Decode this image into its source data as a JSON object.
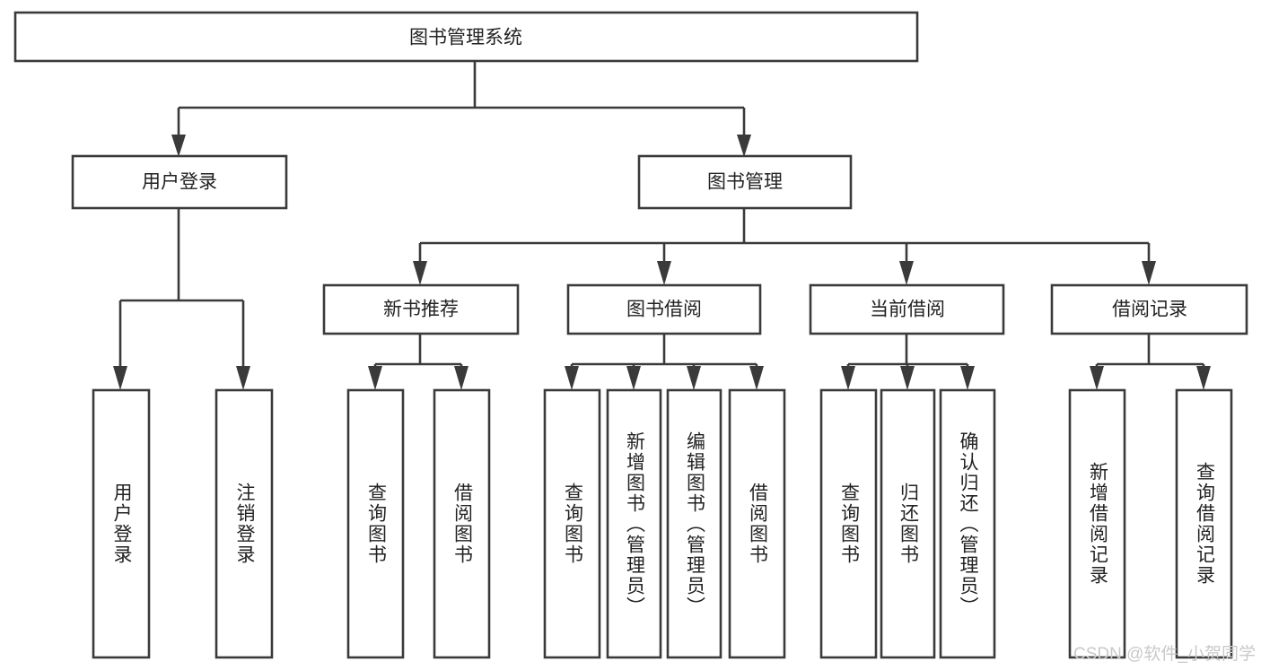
{
  "diagram": {
    "title": "图书管理系统",
    "type": "tree-hierarchy",
    "watermark": "CSDN @软件_小贺同学",
    "colors": {
      "background": "#ffffff",
      "box_fill": "#ffffff",
      "stroke": "#3a3a3a",
      "text": "#222222",
      "watermark": "#c9c9c9"
    },
    "root": {
      "label": "图书管理系统",
      "orientation": "horizontal"
    },
    "level2": [
      {
        "label": "用户登录",
        "orientation": "horizontal"
      },
      {
        "label": "图书管理",
        "orientation": "horizontal"
      }
    ],
    "level3": [
      {
        "label": "新书推荐",
        "orientation": "horizontal"
      },
      {
        "label": "图书借阅",
        "orientation": "horizontal"
      },
      {
        "label": "当前借阅",
        "orientation": "horizontal"
      },
      {
        "label": "借阅记录",
        "orientation": "horizontal"
      }
    ],
    "leaves": {
      "user_login": [
        {
          "label": "用户登录",
          "orientation": "vertical"
        },
        {
          "label": "注销登录",
          "orientation": "vertical"
        }
      ],
      "new_book_recommend": [
        {
          "label": "查询图书",
          "orientation": "vertical"
        },
        {
          "label": "借阅图书",
          "orientation": "vertical"
        }
      ],
      "book_borrow": [
        {
          "label": "查询图书",
          "orientation": "vertical"
        },
        {
          "label": "新增图书（管理员）",
          "orientation": "vertical"
        },
        {
          "label": "编辑图书（管理员）",
          "orientation": "vertical"
        },
        {
          "label": "借阅图书",
          "orientation": "vertical"
        }
      ],
      "current_borrow": [
        {
          "label": "查询图书",
          "orientation": "vertical"
        },
        {
          "label": "归还图书",
          "orientation": "vertical"
        },
        {
          "label": "确认归还（管理员）",
          "orientation": "vertical"
        }
      ],
      "borrow_record": [
        {
          "label": "新增借阅记录",
          "orientation": "vertical"
        },
        {
          "label": "查询借阅记录",
          "orientation": "vertical"
        }
      ]
    }
  }
}
